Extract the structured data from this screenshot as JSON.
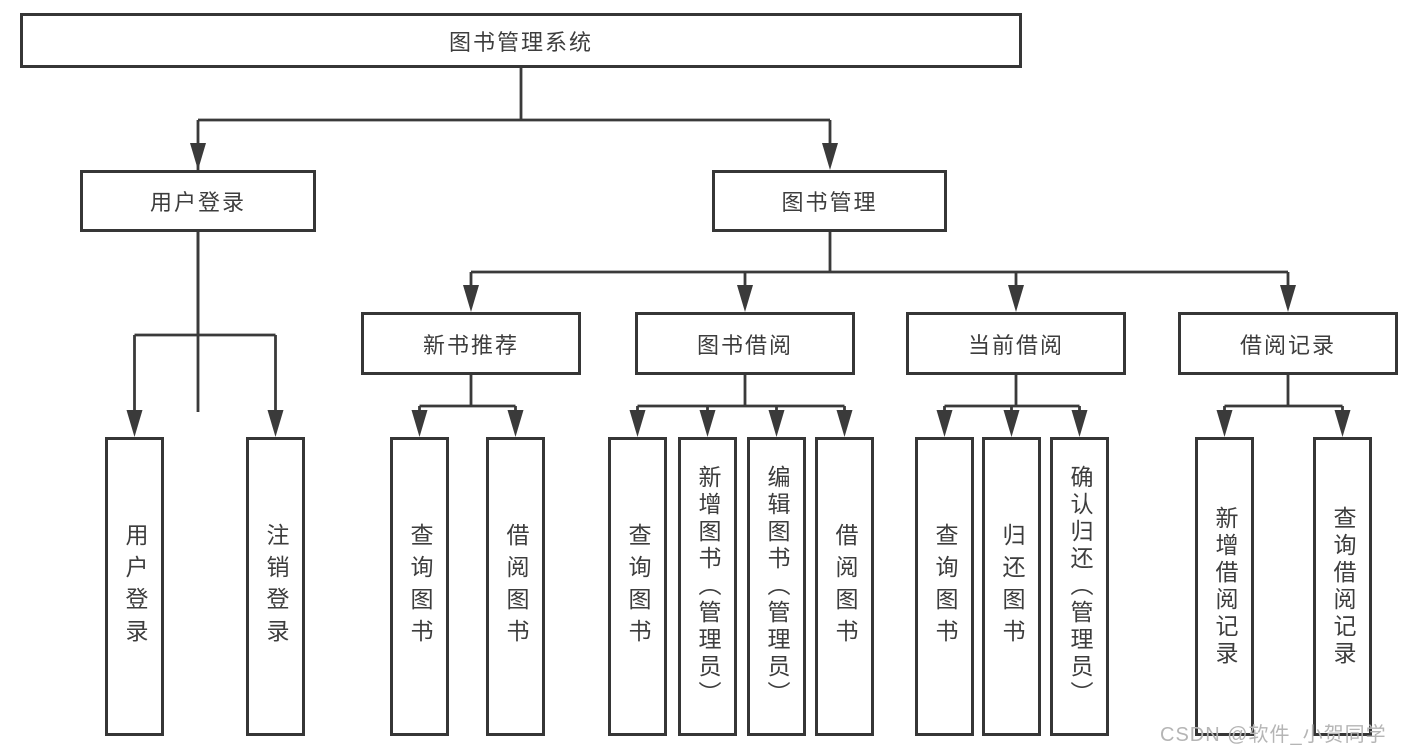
{
  "diagram": {
    "root": {
      "label": "图书管理系统"
    },
    "level2": [
      {
        "label": "用户登录"
      },
      {
        "label": "图书管理"
      }
    ],
    "level3": [
      {
        "label": "新书推荐"
      },
      {
        "label": "图书借阅"
      },
      {
        "label": "当前借阅"
      },
      {
        "label": "借阅记录"
      }
    ],
    "leaves": {
      "user_login": [
        {
          "label": "用户登录"
        },
        {
          "label": "注销登录"
        }
      ],
      "new_books": [
        {
          "label": "查询图书"
        },
        {
          "label": "借阅图书"
        }
      ],
      "book_borrow": [
        {
          "label": "查询图书"
        },
        {
          "label": "新增图书（管理员）"
        },
        {
          "label": "编辑图书（管理员）"
        },
        {
          "label": "借阅图书"
        }
      ],
      "current_borrow": [
        {
          "label": "查询图书"
        },
        {
          "label": "归还图书"
        },
        {
          "label": "确认归还（管理员）"
        }
      ],
      "borrow_records": [
        {
          "label": "新增借阅记录"
        },
        {
          "label": "查询借阅记录"
        }
      ]
    },
    "colors": {
      "line": "#3a3a3a",
      "box_border": "#363636",
      "text": "#3d3d3d",
      "background": "#ffffff",
      "watermark": "#b5b5b5"
    }
  },
  "watermark": {
    "text": "CSDN @软件_小贺同学"
  }
}
